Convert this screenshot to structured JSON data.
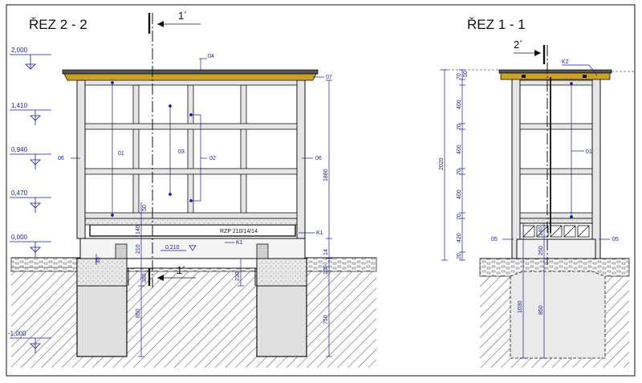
{
  "titles": {
    "left": "ŘEZ 2 - 2",
    "right": "ŘEZ 1 - 1"
  },
  "section_marks": {
    "top_left": "1´",
    "bottom_left": "1´",
    "top_right": "2´"
  },
  "levels": [
    "2,000",
    "1,410",
    "0,940",
    "0,470",
    "0,000",
    "-1,000"
  ],
  "left_labels": {
    "l04": "04",
    "l07": "07",
    "l01": "01",
    "l02": "02",
    "l03": "03",
    "l06a": "06",
    "l06b": "06",
    "k1a": "K1",
    "k1b": "K1",
    "rzp": "RZP 210/14/14",
    "lvl0210": "0,210"
  },
  "left_dims": {
    "d1880": "1880",
    "d50": "50",
    "d140": "140",
    "d210": "210",
    "d35": "35",
    "d380": "380",
    "d850": "850",
    "d230": "230",
    "d750": "750",
    "d100": "100",
    "d14": "14"
  },
  "right_labels": {
    "k2": "K2",
    "l01": "01",
    "l05a": "05",
    "l05b": "05"
  },
  "right_dims": {
    "d2020": "2020",
    "d70a": "70",
    "d50": "50",
    "d400a": "400",
    "d70b": "70",
    "d400b": "400",
    "d70c": "70",
    "d400c": "400",
    "d70d": "70",
    "d420": "420",
    "d20": "20",
    "d140": "140",
    "d250": "250",
    "d1030": "1030",
    "d850": "850"
  },
  "colors": {
    "ink": "#111111",
    "dim": "#1a1aa0",
    "wood": "#d9d9d9",
    "roof": "#c9a227",
    "soil": "#444444"
  }
}
